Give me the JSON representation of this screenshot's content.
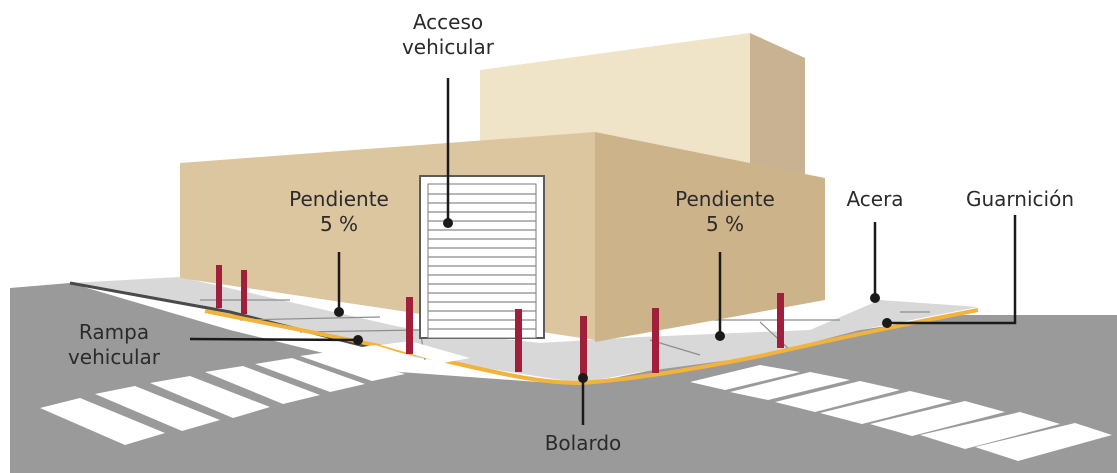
{
  "labels": {
    "acceso_vehicular": [
      "Acceso",
      "vehicular"
    ],
    "pendiente_left": [
      "Pendiente",
      "5 %"
    ],
    "pendiente_right": [
      "Pendiente",
      "5 %"
    ],
    "acera": "Acera",
    "guarnicion": "Guarnición",
    "rampa_vehicular": [
      "Rampa",
      "vehicular"
    ],
    "bolardo": "Bolardo"
  },
  "colors": {
    "road": "#9a9a9a",
    "sidewalk": "#d8d8d8",
    "building_front": "#dcc6a0",
    "building_side": "#cdb38a",
    "upper_block": "#efe4c8",
    "upper_block_side": "#c9b292",
    "curb": "#f2b33d",
    "bollard": "#a0203c",
    "crosswalk": "#ffffff",
    "leader_line": "#1a1a1a"
  }
}
